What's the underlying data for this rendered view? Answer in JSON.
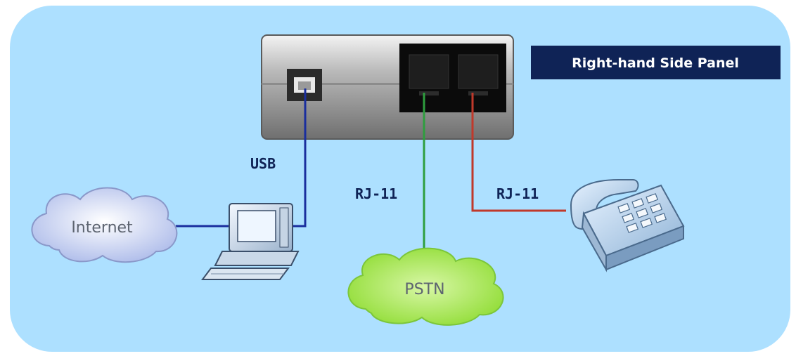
{
  "labels": {
    "panel_title": "Right-hand Side Panel",
    "usb": "USB",
    "rj11_pstn": "RJ-11",
    "rj11_phone": "RJ-11",
    "internet": "Internet",
    "pstn": "PSTN"
  },
  "colors": {
    "background": "#ade0ff",
    "usb_line": "#1a2e9e",
    "pstn_line": "#2e9e3e",
    "phone_line": "#c0392b",
    "panel_title_bg": "#0f2356",
    "pstn_cloud": "#9fe54a",
    "internet_cloud": "#c9d3f2"
  },
  "icons": {
    "device": "usb-phone-adapter-icon",
    "computer": "desktop-computer-icon",
    "phone": "desk-telephone-icon",
    "internet": "internet-cloud-icon",
    "pstn": "pstn-cloud-icon"
  }
}
